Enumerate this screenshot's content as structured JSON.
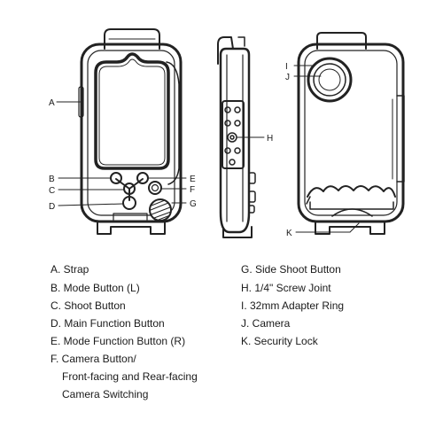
{
  "callouts": {
    "A": "A",
    "B": "B",
    "C": "C",
    "D": "D",
    "E": "E",
    "F": "F",
    "G": "G",
    "H": "H",
    "I": "I",
    "J": "J",
    "K": "K"
  },
  "legend": {
    "left": [
      "A. Strap",
      "B. Mode Button (L)",
      "C. Shoot Button",
      "D. Main Function Button",
      "E. Mode Function Button (R)",
      "F. Camera Button/",
      "Front-facing and Rear-facing",
      "Camera Switching"
    ],
    "right": [
      "G. Side Shoot Button",
      "H. 1/4\" Screw Joint",
      "I.  32mm Adapter Ring",
      "J.  Camera",
      "K.  Security Lock"
    ]
  }
}
